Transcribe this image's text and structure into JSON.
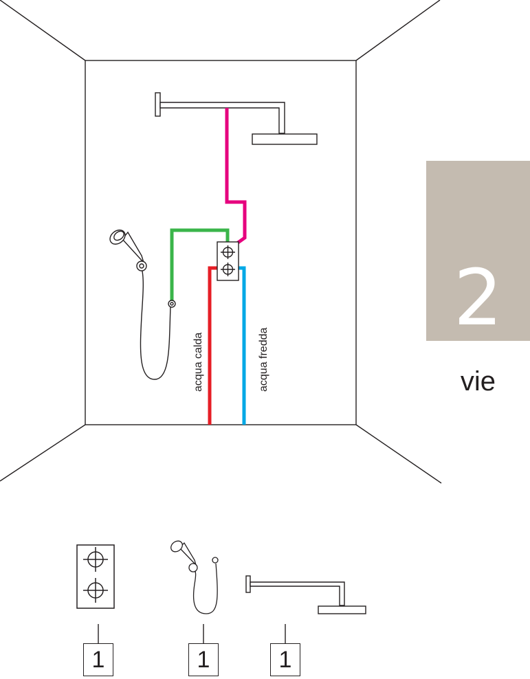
{
  "badge": {
    "number": "2",
    "caption": "vie"
  },
  "pipes": {
    "hot_label": "acqua calda",
    "cold_label": "acqua fredda",
    "colors": {
      "hot": "#e61e26",
      "cold": "#00a8e6",
      "shower_head": "#e6007e",
      "hand_shower": "#3ab54a"
    }
  },
  "components": [
    {
      "name": "two-way-mixer",
      "icon": "mixer-plate-icon",
      "quantity": "1"
    },
    {
      "name": "hand-shower-kit",
      "icon": "hand-shower-icon",
      "quantity": "1"
    },
    {
      "name": "wall-shower-arm",
      "icon": "shower-arm-icon",
      "quantity": "1"
    }
  ]
}
